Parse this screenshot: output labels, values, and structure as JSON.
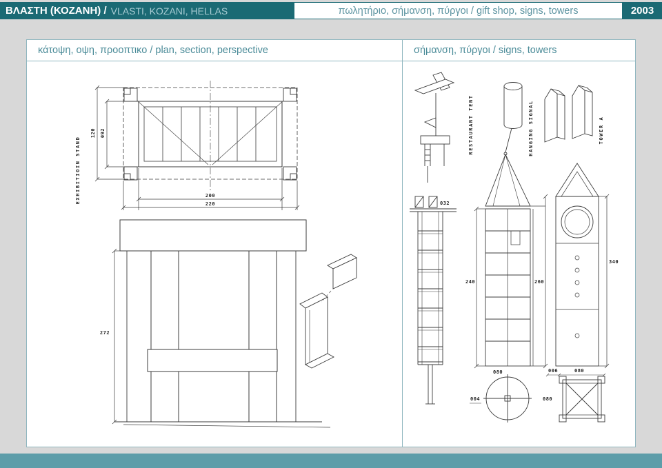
{
  "colors": {
    "page_bg": "#d8d8d8",
    "dark_teal": "#1b6a74",
    "teal_text": "#4a8b98",
    "panel_border": "#8fb6bf",
    "bottom_bar": "#5d9da9"
  },
  "header": {
    "title_greek": "ΒΛΑΣΤΗ (ΚΟΖΑΝΗ) /",
    "title_latin": "VLASTI, KOZANI, HELLAS",
    "subtitle": "πωλητήριο, σήμανση, πύργοι / gift shop, signs, towers",
    "year": "2003"
  },
  "left_panel": {
    "title": "κάτοψη, οψη, προοπτικο / plan, section, perspective",
    "labels": {
      "stand": "EXHIBITIOIN STAND"
    },
    "dims": {
      "width_inner": "200",
      "width_outer": "220",
      "depth_inner": "092",
      "depth_outer": "120",
      "height": "272"
    }
  },
  "right_panel": {
    "title": "σήμανση, πύργοι / signs, towers",
    "labels": {
      "restaurant_tent": "RESTAURANT TENT",
      "hanging_signal": "HANGING SIGNAL",
      "tower_a": "TOWER A"
    },
    "dims": {
      "ladder_top": "032",
      "mid_tower_left": "240",
      "mid_tower_right": "260",
      "right_tower_height": "340",
      "circle_plan": "080",
      "pole": "004",
      "post": "006",
      "square_top": "080",
      "square_side": "080"
    }
  }
}
